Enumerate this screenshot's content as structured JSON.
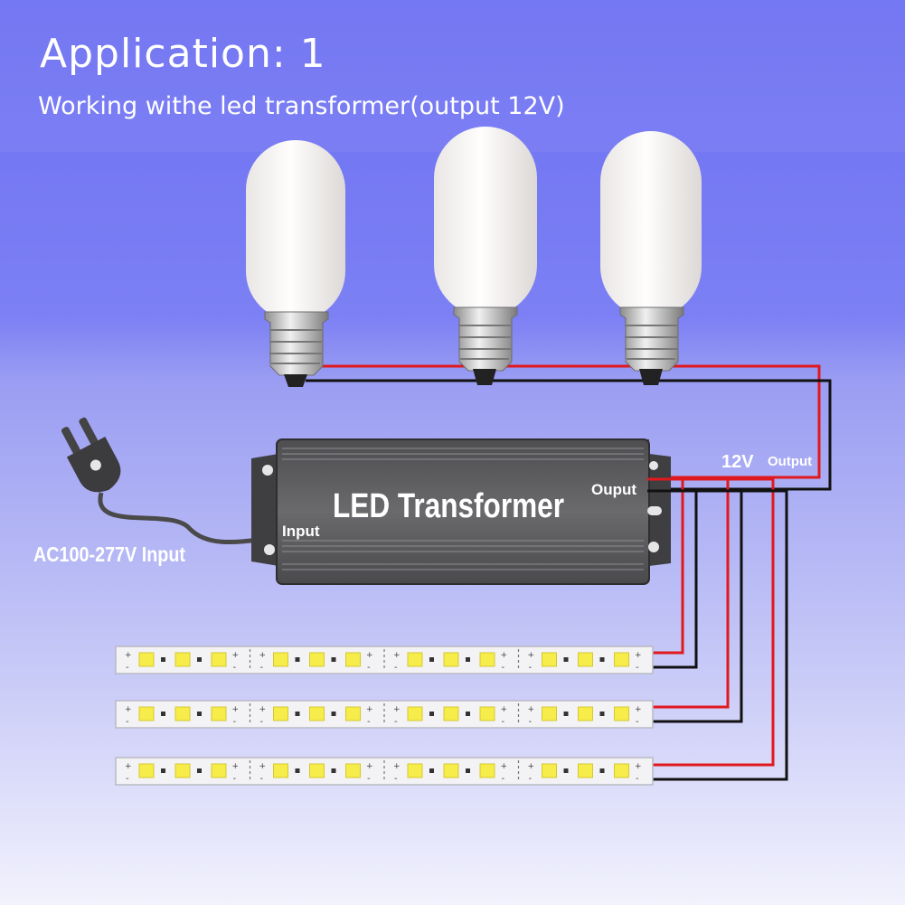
{
  "header": {
    "title": "Application: 1",
    "subtitle": "Working withe led transformer(output 12V)"
  },
  "transformer": {
    "label": "LED Transformer",
    "input_label": "Input",
    "output_label": "Ouput"
  },
  "plug": {
    "label": "AC100-277V Input"
  },
  "output_annotation": {
    "voltage": "12V",
    "label": "Output"
  },
  "strip_pad_labels": {
    "plus": "+",
    "minus": "-"
  },
  "colors": {
    "bg_top": "#6f72f2",
    "bg_bottom": "#eeeefc",
    "wire_positive": "#e0191e",
    "wire_negative": "#111111",
    "transformer_body": "#5f5f62",
    "led_chip": "#f6ec4a"
  },
  "icons": {
    "plug": "power-plug-icon",
    "bulb": "led-bulb-icon"
  }
}
